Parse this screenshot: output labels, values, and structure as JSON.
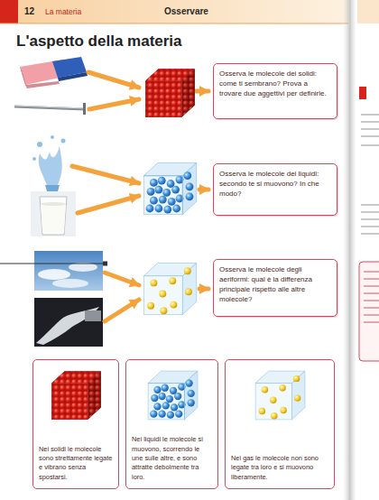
{
  "diagram": {
    "title": "L'aspetto della materia",
    "nodes": [
      {
        "text": [
          "Osserva le molecole dei solidi: come ti sembrano? Prova a trovare due aggettivi per definirle."
        ]
      },
      {
        "text": [
          "Osserva le molecole dei liquidi: secondo te si muovono? In che modo?"
        ]
      },
      {
        "text": [
          "Osserva le molecole degli aeriformi: qual è la differenza principale rispetto alle altre molecole?"
        ]
      },
      {
        "text": [
          "Nei solidi le molecole sono strettamente legate e vibrano senza spostarsi."
        ]
      },
      {
        "text": [
          "Nei liquidi le molecole si muovono, scorrendo le une sulle altre, e sono attratte debolmente tra loro."
        ]
      },
      {
        "text": [
          "Nei gas le molecole non sono legate tra loro e si muovono liberamente."
        ]
      }
    ],
    "labels": [
      "12",
      "La materia",
      "Osservare"
    ]
  }
}
